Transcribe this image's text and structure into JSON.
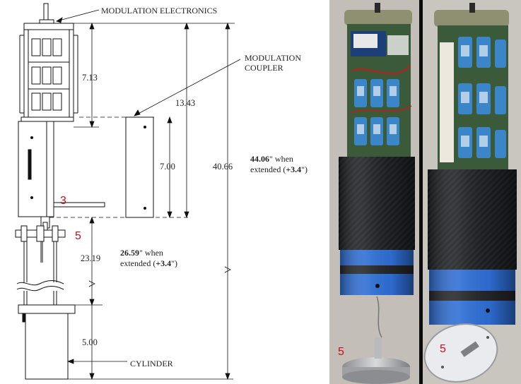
{
  "labels": {
    "modulation_electronics": "MODULATION ELECTRONICS",
    "modulation_coupler_line1": "MODULATION",
    "modulation_coupler_line2": "COUPLER",
    "cylinder": "CYLINDER"
  },
  "dimensions": {
    "d1": "7.13",
    "d2": "13.43",
    "d3": "40.66",
    "d4": "7.00",
    "d5": "23.19",
    "d6": "5.00"
  },
  "notes": {
    "top_value": "44.06",
    "top_unit": "\" when",
    "top_line2_prefix": "extended (",
    "top_line2_value": "+3.4",
    "top_line2_suffix": "\")",
    "mid_value": "26.59",
    "mid_unit": "\" when",
    "mid_line2_prefix": "extended (",
    "mid_line2_value": "+3.4",
    "mid_line2_suffix": "\")"
  },
  "callouts": {
    "drawing_3": "3",
    "drawing_5": "5",
    "photo_left_5": "5",
    "photo_right_5": "5"
  },
  "colors": {
    "callout_red": "#b3121a",
    "blue_band": "#2f6fd6",
    "carbon": "#23262a",
    "battery": "#3a86c8"
  }
}
